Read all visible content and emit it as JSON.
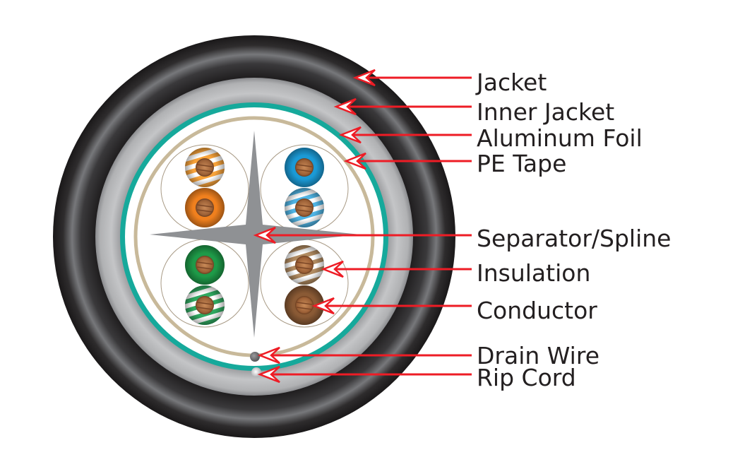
{
  "title": "Shielded twisted-pair cable cross-section",
  "colors": {
    "jacket": "#2a2829",
    "inner_jacket": "#b5b6b8",
    "aluminum_foil": "#16a99b",
    "pe_tape": "#c8b99a",
    "separator": "#8f9194",
    "arrow": "#ee1c25",
    "conductor": "#b5764a",
    "drain_wire": "#6d6e71",
    "rip_cord": "#e6e7e8"
  },
  "labels": [
    {
      "id": "jacket",
      "text": "Jacket"
    },
    {
      "id": "inner-jacket",
      "text": "Inner Jacket"
    },
    {
      "id": "aluminum-foil",
      "text": "Aluminum Foil"
    },
    {
      "id": "pe-tape",
      "text": "PE Tape"
    },
    {
      "id": "separator-spline",
      "text": "Separator/Spline"
    },
    {
      "id": "insulation",
      "text": "Insulation"
    },
    {
      "id": "conductor",
      "text": "Conductor"
    },
    {
      "id": "drain-wire",
      "text": "Drain Wire"
    },
    {
      "id": "rip-cord",
      "text": "Rip Cord"
    }
  ],
  "pairs": [
    {
      "name": "orange",
      "solid": "#f0801e",
      "stripe": "#f7a23a"
    },
    {
      "name": "blue",
      "solid": "#1b9ad6",
      "stripe": "#4fb3e3"
    },
    {
      "name": "green",
      "solid": "#1e9a48",
      "stripe": "#2fa860"
    },
    {
      "name": "brown",
      "solid": "#8a5a35",
      "stripe": "#b08a60"
    }
  ]
}
